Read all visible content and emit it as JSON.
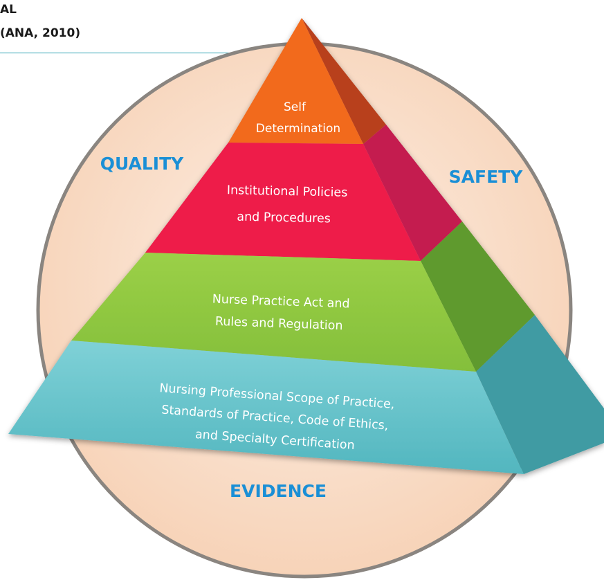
{
  "header": {
    "line1": "AL",
    "line2": "(ANA, 2010)"
  },
  "diagram": {
    "side_labels": {
      "left": "QUALITY",
      "right": "SAFETY",
      "bottom": "EVIDENCE"
    },
    "tiers": [
      {
        "id": "self-determination",
        "lines": [
          "Self",
          "Determination"
        ]
      },
      {
        "id": "institutional-policies",
        "lines": [
          "Institutional Policies",
          "and Procedures"
        ]
      },
      {
        "id": "nurse-practice-act",
        "lines": [
          "Nurse Practice Act and",
          "Rules and Regulation"
        ]
      },
      {
        "id": "professional-scope",
        "lines": [
          "Nursing Professional Scope of Practice,",
          "Standards of Practice, Code of Ethics,",
          "and Specialty Certification"
        ]
      }
    ],
    "colors": {
      "circle_fill": "#fbe3d2",
      "side_label": "#1a8fd6",
      "tier_text": "#ffffff",
      "orange_front": "#f26a1f",
      "orange_side": "#b8411e",
      "red_front": "#ee1b4a",
      "red_side": "#c41f4f",
      "green_front": "#8cc63f",
      "green_side": "#5e9a2f",
      "teal_front": "#63c3cc",
      "teal_side": "#3f9ba3"
    }
  }
}
